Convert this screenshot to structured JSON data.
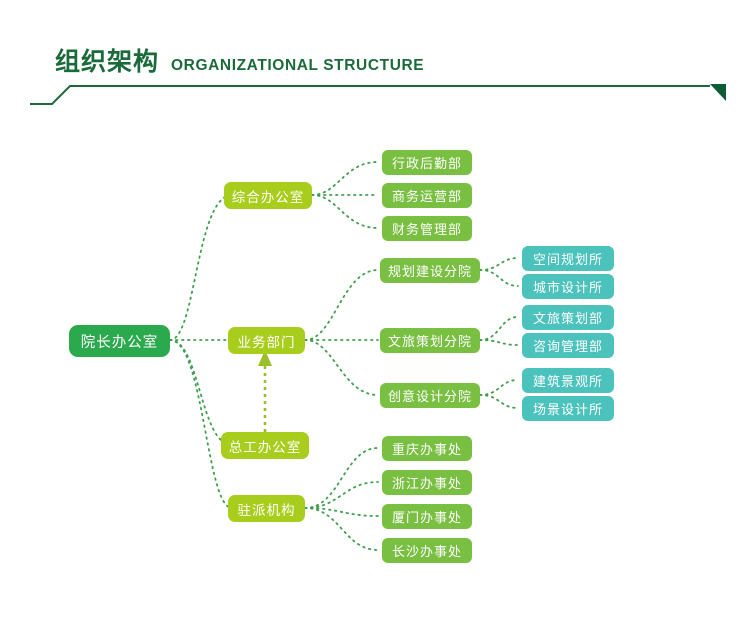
{
  "header": {
    "title_cn": "组织架构",
    "title_en": "ORGANIZATIONAL STRUCTURE",
    "accent_color": "#1b6b3a"
  },
  "palette": {
    "root_green": "#2aa94d",
    "level2_yellow_green": "#a8cd1c",
    "level3_green": "#79bf42",
    "level4_teal": "#4cc2bd",
    "connector_green": "#3f9e4d",
    "connector_olive": "#9bbf2a",
    "header_dark_green": "#1b6b3a"
  },
  "chart_data": {
    "type": "tree",
    "title": "组织架构",
    "root": {
      "id": "root",
      "label": "院长办公室",
      "level": 1
    },
    "nodes": [
      {
        "id": "n1",
        "label": "综合办公室",
        "level": 2,
        "parent": "root"
      },
      {
        "id": "n2",
        "label": "业务部门",
        "level": 2,
        "parent": "root"
      },
      {
        "id": "n3",
        "label": "总工办公室",
        "level": 2,
        "parent": "root"
      },
      {
        "id": "n4",
        "label": "驻派机构",
        "level": 2,
        "parent": "root"
      },
      {
        "id": "n1a",
        "label": "行政后勤部",
        "level": 3,
        "parent": "n1"
      },
      {
        "id": "n1b",
        "label": "商务运营部",
        "level": 3,
        "parent": "n1"
      },
      {
        "id": "n1c",
        "label": "财务管理部",
        "level": 3,
        "parent": "n1"
      },
      {
        "id": "n2a",
        "label": "规划建设分院",
        "level": 3,
        "parent": "n2"
      },
      {
        "id": "n2b",
        "label": "文旅策划分院",
        "level": 3,
        "parent": "n2"
      },
      {
        "id": "n2c",
        "label": "创意设计分院",
        "level": 3,
        "parent": "n2"
      },
      {
        "id": "n2a1",
        "label": "空间规划所",
        "level": 4,
        "parent": "n2a"
      },
      {
        "id": "n2a2",
        "label": "城市设计所",
        "level": 4,
        "parent": "n2a"
      },
      {
        "id": "n2b1",
        "label": "文旅策划部",
        "level": 4,
        "parent": "n2b"
      },
      {
        "id": "n2b2",
        "label": "咨询管理部",
        "level": 4,
        "parent": "n2b"
      },
      {
        "id": "n2c1",
        "label": "建筑景观所",
        "level": 4,
        "parent": "n2c"
      },
      {
        "id": "n2c2",
        "label": "场景设计所",
        "level": 4,
        "parent": "n2c"
      },
      {
        "id": "n4a",
        "label": "重庆办事处",
        "level": 3,
        "parent": "n4"
      },
      {
        "id": "n4b",
        "label": "浙江办事处",
        "level": 3,
        "parent": "n4"
      },
      {
        "id": "n4c",
        "label": "厦门办事处",
        "level": 3,
        "parent": "n4"
      },
      {
        "id": "n4d",
        "label": "长沙办事处",
        "level": 3,
        "parent": "n4"
      }
    ],
    "support_link": {
      "from": "n3",
      "to": "n2",
      "style": "dashed-arrow-up"
    }
  }
}
